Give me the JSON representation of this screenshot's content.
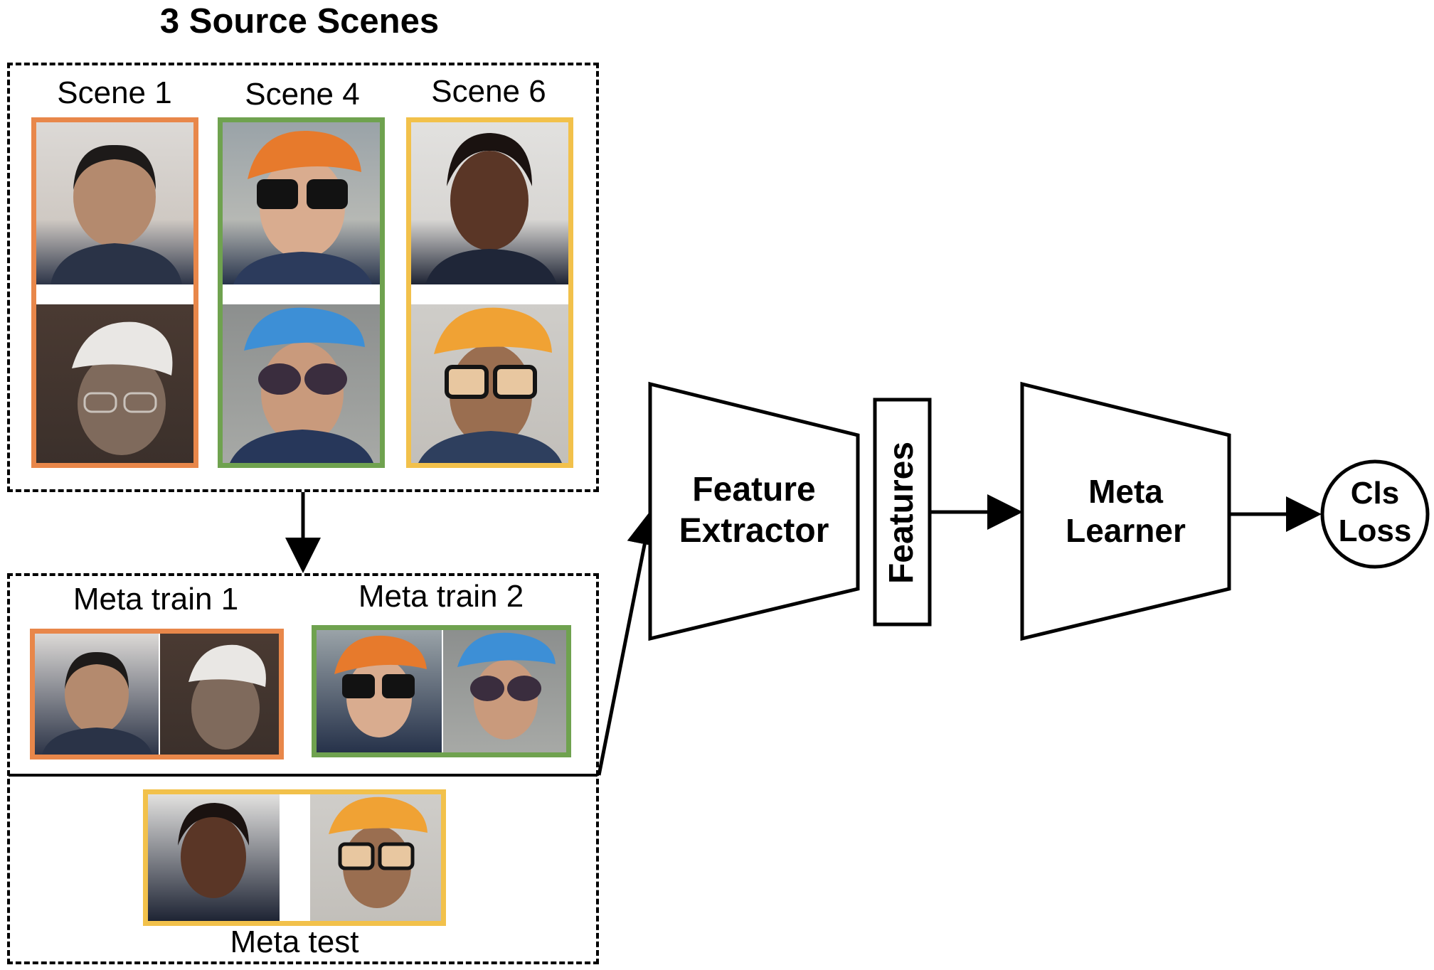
{
  "colors": {
    "scene1": "#e8874a",
    "scene4": "#6fa24f",
    "scene6": "#f2c14b",
    "stroke": "#000000"
  },
  "source": {
    "title": "3 Source Scenes",
    "scenes": [
      {
        "label": "Scene 1"
      },
      {
        "label": "Scene 4"
      },
      {
        "label": "Scene 6"
      }
    ]
  },
  "meta": {
    "train1_label": "Meta train 1",
    "train2_label": "Meta train 2",
    "test_label": "Meta test"
  },
  "pipeline": {
    "extractor_line1": "Feature",
    "extractor_line2": "Extractor",
    "features": "Features",
    "learner_line1": "Meta",
    "learner_line2": "Learner",
    "loss_line1": "Cls",
    "loss_line2": "Loss"
  }
}
